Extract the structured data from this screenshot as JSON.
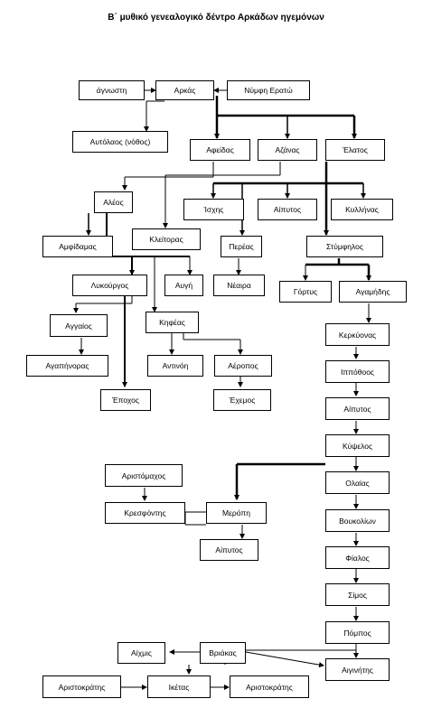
{
  "title": "Β΄ μυθικό γενεαλογικό δέντρο Αρκάδων ηγεμόνων",
  "nodes": {
    "agnosti": "άγνωστη",
    "arkas": "Αρκάς",
    "erato": "Νύμφη Ερατώ",
    "autolaos": "Αυτόλαος (νόθος)",
    "afeidas": "Αφείδας",
    "azanas": "Αζάνας",
    "elatos": "Έλατος",
    "aleos": "Αλέος",
    "isxis": "Ίσχης",
    "aipytos1": "Αίπυτος",
    "kyllinas": "Κυλλήνας",
    "amfidamas": "Αμφίδαμας",
    "kleitoras": "Κλείτορας",
    "pereas": "Περέας",
    "stymfilos": "Στύμφηλος",
    "lykourgos": "Λυκούργος",
    "avgi": "Αυγή",
    "neaira": "Νέαιρα",
    "gortys": "Γόρτυς",
    "agamidis": "Αγαμήδης",
    "aggaios": "Αγγαίος",
    "kifeas": "Κηφέας",
    "kerkyonas": "Κερκύονας",
    "agapinoras": "Αγαπήνορας",
    "antinoi": "Αντινόη",
    "aeropos": "Αέροπος",
    "ippothoos": "Ιππόθοος",
    "epoxos": "Έποχος",
    "exemos": "Έχεμος",
    "aipytos2": "Αίπυτος",
    "kypselos": "Κύψελος",
    "aristomachos": "Αριστόμαχος",
    "olaias": "Ολαίας",
    "kresfontis": "Κρεσφόντης",
    "meropi": "Μερόπη",
    "voukolion": "Βουκολίων",
    "aipytos3": "Αίπυτος",
    "fialos": "Φίαλος",
    "simos": "Σίμος",
    "pompos": "Πόμπος",
    "aixmis": "Αίχμις",
    "vriakas": "Βριάκας",
    "aiginitis": "Αιγινήτης",
    "aristokratis1": "Αριστοκράτης",
    "iketas": "Ικέτας",
    "aristokratis2": "Αριστοκράτης"
  }
}
